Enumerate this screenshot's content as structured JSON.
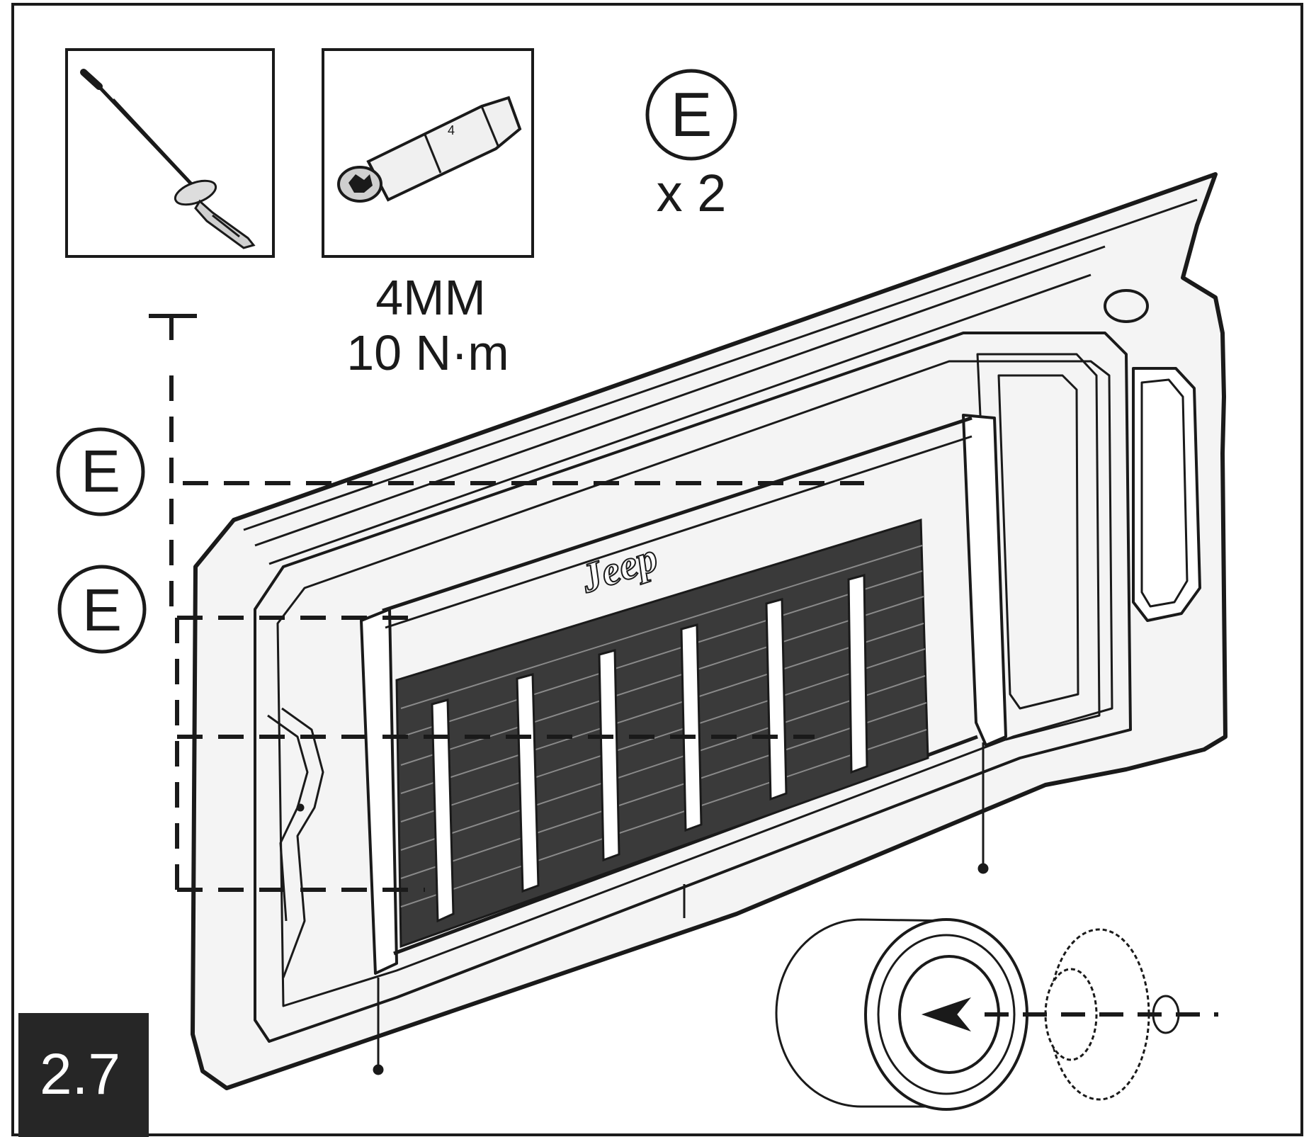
{
  "callout": {
    "letter": "E",
    "quantity_text": "x 2"
  },
  "tool_spec": {
    "bit_size": "4MM",
    "torque": "10 N·m"
  },
  "bit_mark": "4",
  "grille_logo": "Jeep",
  "fastener_labels": [
    "E",
    "E"
  ],
  "step_number": "2.7",
  "colors": {
    "line": "#1a1a1a",
    "badge": "#262626",
    "paper": "#ffffff",
    "panel_fill": "#f4f4f4"
  },
  "icons": [
    "torque-wrench-icon",
    "torx-bit-icon",
    "plug-icon"
  ]
}
